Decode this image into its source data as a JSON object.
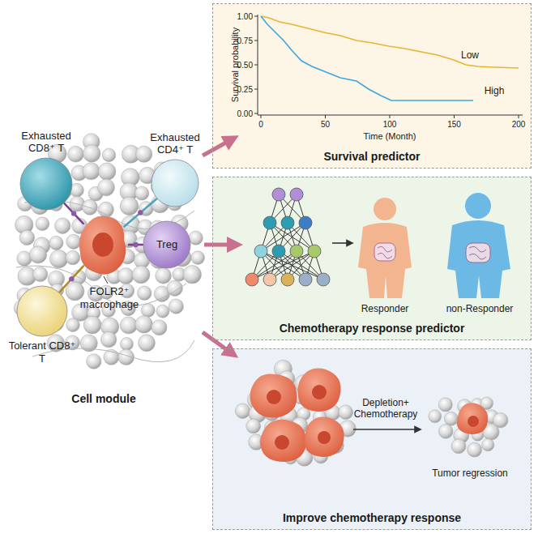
{
  "diagram": {
    "nodes": [
      {
        "text": [
          "Exhausted CD8⁺ T"
        ]
      },
      {
        "text": [
          "Exhausted CD4⁺ T"
        ]
      },
      {
        "text": [
          "Treg"
        ]
      },
      {
        "text": [
          "Tolerant CD8⁺ T"
        ]
      },
      {
        "text": [
          "FOLR2⁺ macrophage"
        ]
      },
      {
        "text": [
          "Survival predictor"
        ]
      },
      {
        "text": [
          "Chemotherapy response predictor"
        ]
      },
      {
        "text": [
          "Improve chemotherapy response"
        ]
      }
    ],
    "edges": [
      {
        "from": 4,
        "to": 0,
        "arrow": "none"
      },
      {
        "from": 4,
        "to": 1,
        "arrow": "none"
      },
      {
        "from": 4,
        "to": 2,
        "arrow": "none"
      },
      {
        "from": 4,
        "to": 3,
        "arrow": "none"
      }
    ],
    "labels": [
      "Cell module",
      "Survival probability",
      "1.00",
      "0.75",
      "0.50",
      "0.25",
      "0.00",
      "0",
      "50",
      "100",
      "150",
      "200",
      "Time (Month)",
      "Low",
      "High",
      "Responder",
      "non-Responder",
      "Depletion+ Chemotherapy",
      "Tumor regression"
    ]
  }
}
